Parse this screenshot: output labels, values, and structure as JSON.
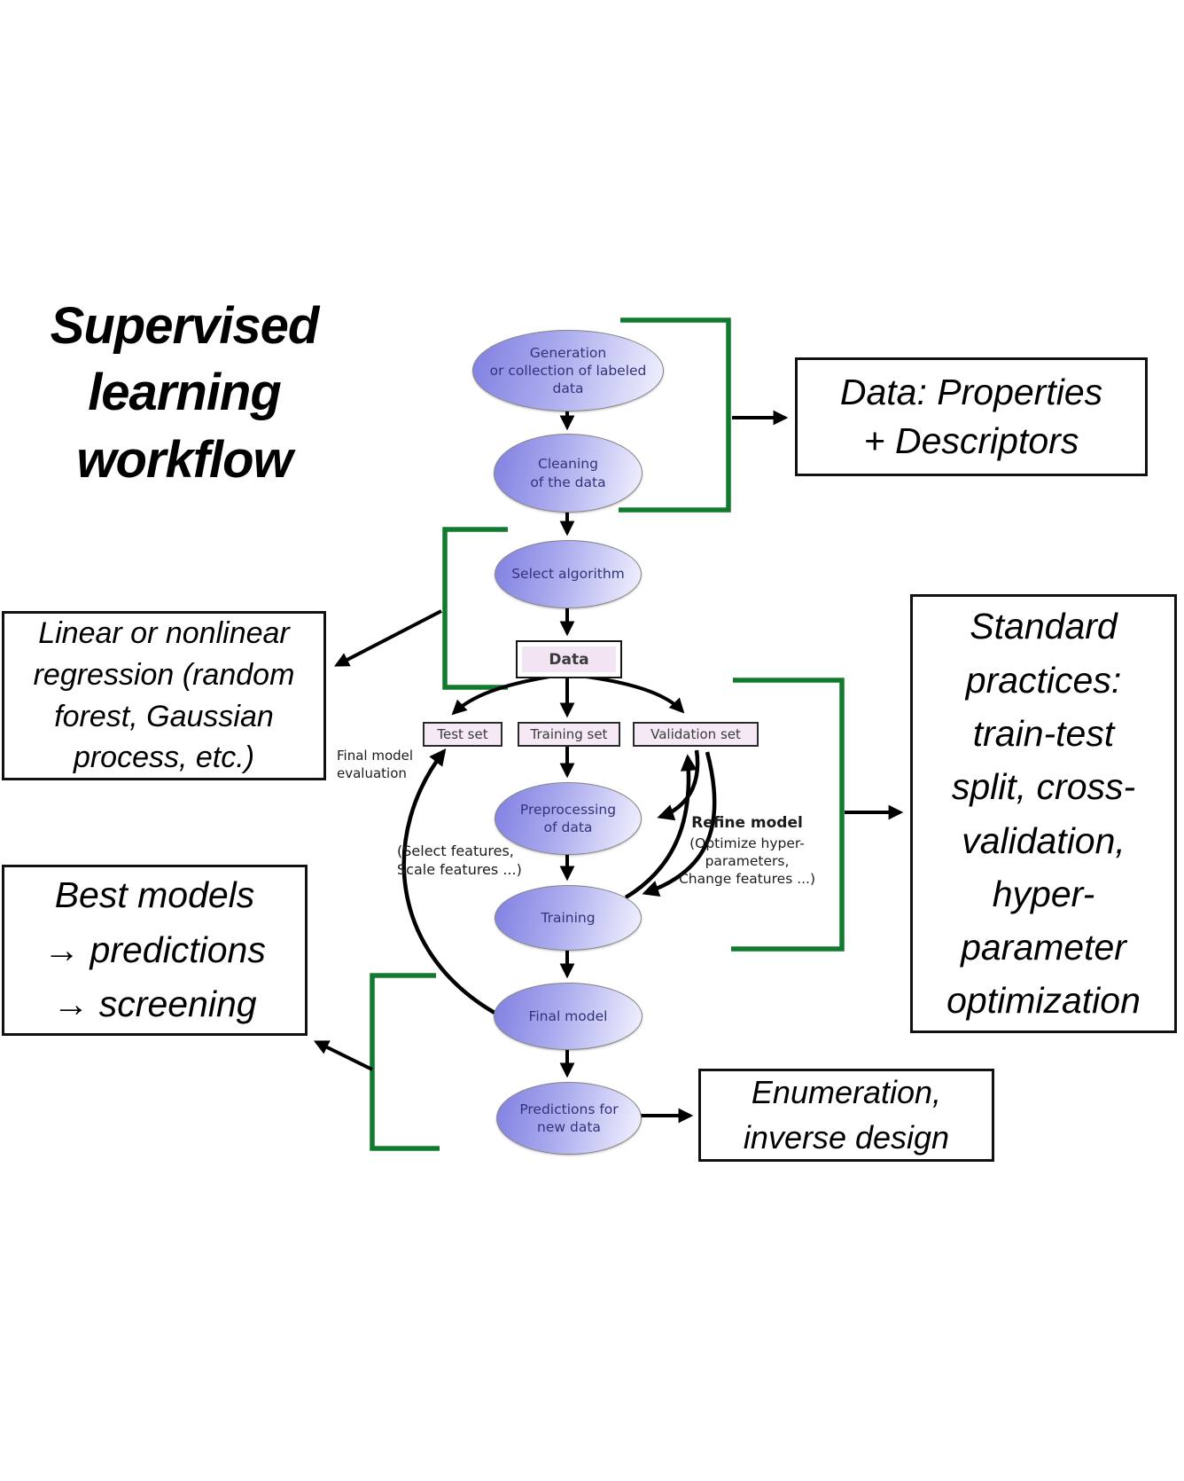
{
  "title": "Supervised\nlearning\nworkflow",
  "flow": {
    "nodes": {
      "generation": "Generation\nor collection of labeled\ndata",
      "cleaning": "Cleaning\nof the data",
      "select_algorithm": "Select algorithm",
      "data": "Data",
      "test_set": "Test set",
      "training_set": "Training set",
      "validation_set": "Validation set",
      "preprocessing": "Preprocessing\nof data",
      "training": "Training",
      "final_model": "Final model",
      "predictions": "Predictions for\nnew data"
    },
    "annotations": {
      "final_model_evaluation": "Final model\nevaluation",
      "select_scale_features": "(Select features,\nScale features ...)",
      "refine_model_title": "Refine model",
      "refine_model_body": "(Optimize hyper-\nparameters,\nChange features ...)"
    }
  },
  "callouts": {
    "data_properties": "Data: Properties\n+ Descriptors",
    "regression": "Linear or nonlinear\nregression (random\nforest, Gaussian\nprocess, etc.)",
    "standard_practices": "Standard\npractices:\ntrain-test\nsplit, cross-\nvalidation,\nhyper-\nparameter\noptimization",
    "best_models": "Best models\n→ predictions\n→ screening",
    "enumeration": "Enumeration,\ninverse design"
  },
  "colors": {
    "bracket_green": "#127a2e",
    "ellipse_start": "#7f7fe2",
    "ellipse_end": "#f3f3ff",
    "node_text": "#33337a",
    "data_box_bg": "#f2e4f2",
    "arrow_black": "#000000"
  }
}
